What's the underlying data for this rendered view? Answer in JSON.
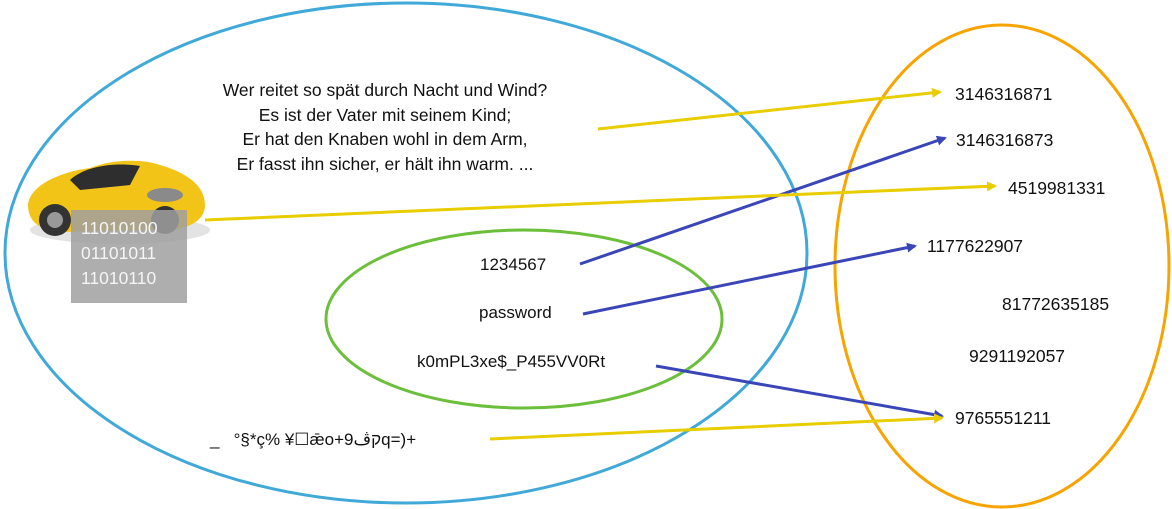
{
  "title": "Hash function mapping diagram",
  "input_set": {
    "poem_lines": [
      "Wer reitet so spät durch Nacht und Wind?",
      "Es ist der Vater mit seinem Kind;",
      "Er hat den Knaben wohl in dem Arm,",
      "Er fasst ihn sicher, er hält ihn warm. ..."
    ],
    "car_image": "car-icon",
    "binary_lines": [
      "11010100",
      "01101011",
      "11010110"
    ],
    "garbage_string": "_   °§*ç% ¥☐ǣo+קڤ9q=)+",
    "passwords": {
      "items": [
        "1234567",
        "password",
        "k0mPL3xe$_P455VV0Rt"
      ]
    }
  },
  "output_set": {
    "hashes": [
      "3146316871",
      "3146316873",
      "4519981331",
      "1177622907",
      "81772635185",
      "9291192057",
      "9765551211"
    ]
  },
  "mappings": [
    {
      "from": "poem",
      "to": "3146316871",
      "color": "yellow"
    },
    {
      "from": "1234567",
      "to": "3146316873",
      "color": "blue"
    },
    {
      "from": "car",
      "to": "4519981331",
      "color": "yellow"
    },
    {
      "from": "password",
      "to": "1177622907",
      "color": "blue"
    },
    {
      "from": "k0mPL3xe$_P455VV0Rt",
      "to": "9765551211",
      "color": "blue"
    },
    {
      "from": "garbage",
      "to": "9765551211",
      "color": "yellow"
    }
  ],
  "colors": {
    "outer_ellipse": "#41a9d8",
    "password_ellipse": "#6bbf3a",
    "hash_ellipse": "#f7a400",
    "yellow_arrow": "#e8cd00",
    "blue_arrow": "#3a46b8"
  }
}
